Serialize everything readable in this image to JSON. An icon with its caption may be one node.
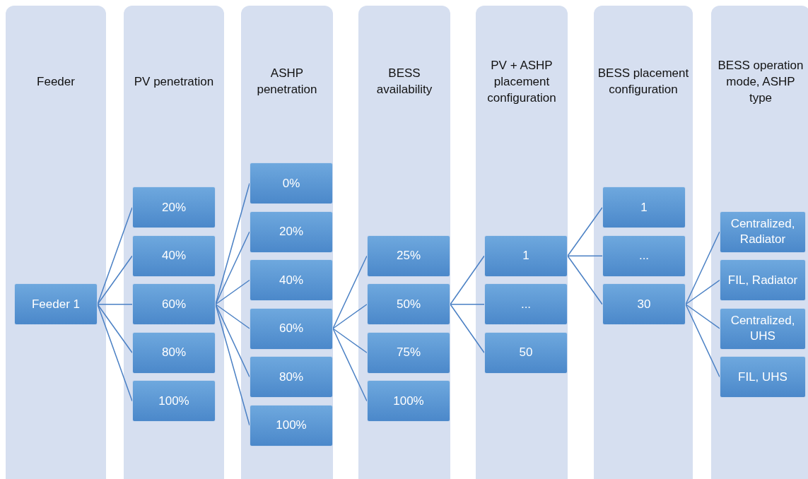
{
  "diagram": {
    "nodes": [
      {
        "text": [
          "Feeder"
        ]
      },
      {
        "text": [
          "Feeder 1"
        ],
        "in": 0
      },
      {
        "text": [
          "PV penetration"
        ]
      },
      {
        "text": [
          "20%"
        ],
        "in": 2
      },
      {
        "text": [
          "40%"
        ],
        "in": 2
      },
      {
        "text": [
          "60%"
        ],
        "in": 2
      },
      {
        "text": [
          "80%"
        ],
        "in": 2
      },
      {
        "text": [
          "100%"
        ],
        "in": 2
      },
      {
        "text": [
          "ASHP penetration"
        ]
      },
      {
        "text": [
          "0%"
        ],
        "in": 8
      },
      {
        "text": [
          "20%"
        ],
        "in": 8
      },
      {
        "text": [
          "40%"
        ],
        "in": 8
      },
      {
        "text": [
          "60%"
        ],
        "in": 8
      },
      {
        "text": [
          "80%"
        ],
        "in": 8
      },
      {
        "text": [
          "100%"
        ],
        "in": 8
      },
      {
        "text": [
          "BESS availability"
        ]
      },
      {
        "text": [
          "25%"
        ],
        "in": 15
      },
      {
        "text": [
          "50%"
        ],
        "in": 15
      },
      {
        "text": [
          "75%"
        ],
        "in": 15
      },
      {
        "text": [
          "100%"
        ],
        "in": 15
      },
      {
        "text": [
          "PV + ASHP placement configuration"
        ]
      },
      {
        "text": [
          "1"
        ],
        "in": 20
      },
      {
        "text": [
          "..."
        ],
        "in": 20
      },
      {
        "text": [
          "50"
        ],
        "in": 20
      },
      {
        "text": [
          "BESS placement configuration"
        ]
      },
      {
        "text": [
          "1"
        ],
        "in": 24
      },
      {
        "text": [
          "..."
        ],
        "in": 24
      },
      {
        "text": [
          "30"
        ],
        "in": 24
      },
      {
        "text": [
          "BESS operation mode, ASHP type"
        ]
      },
      {
        "text": [
          "Centralized, Radiator"
        ],
        "in": 28
      },
      {
        "text": [
          "FIL, Radiator"
        ],
        "in": 28
      },
      {
        "text": [
          "Centralized, UHS"
        ],
        "in": 28
      },
      {
        "text": [
          "FIL, UHS"
        ],
        "in": 28
      }
    ],
    "edges": [
      {
        "from": 1,
        "to": 3,
        "arrow": "none"
      },
      {
        "from": 1,
        "to": 4,
        "arrow": "none"
      },
      {
        "from": 1,
        "to": 5,
        "arrow": "none"
      },
      {
        "from": 1,
        "to": 6,
        "arrow": "none"
      },
      {
        "from": 1,
        "to": 7,
        "arrow": "none"
      },
      {
        "from": 5,
        "to": 9,
        "arrow": "none"
      },
      {
        "from": 5,
        "to": 10,
        "arrow": "none"
      },
      {
        "from": 5,
        "to": 11,
        "arrow": "none"
      },
      {
        "from": 5,
        "to": 12,
        "arrow": "none"
      },
      {
        "from": 5,
        "to": 13,
        "arrow": "none"
      },
      {
        "from": 5,
        "to": 14,
        "arrow": "none"
      },
      {
        "from": 12,
        "to": 16,
        "arrow": "none"
      },
      {
        "from": 12,
        "to": 17,
        "arrow": "none"
      },
      {
        "from": 12,
        "to": 18,
        "arrow": "none"
      },
      {
        "from": 12,
        "to": 19,
        "arrow": "none"
      },
      {
        "from": 17,
        "to": 21,
        "arrow": "none"
      },
      {
        "from": 17,
        "to": 22,
        "arrow": "none"
      },
      {
        "from": 17,
        "to": 23,
        "arrow": "none"
      },
      {
        "from": 21,
        "to": 25,
        "arrow": "none"
      },
      {
        "from": 21,
        "to": 26,
        "arrow": "none"
      },
      {
        "from": 21,
        "to": 27,
        "arrow": "none"
      },
      {
        "from": 27,
        "to": 29,
        "arrow": "none"
      },
      {
        "from": 27,
        "to": 30,
        "arrow": "none"
      },
      {
        "from": 27,
        "to": 31,
        "arrow": "none"
      },
      {
        "from": 27,
        "to": 32,
        "arrow": "none"
      }
    ]
  }
}
